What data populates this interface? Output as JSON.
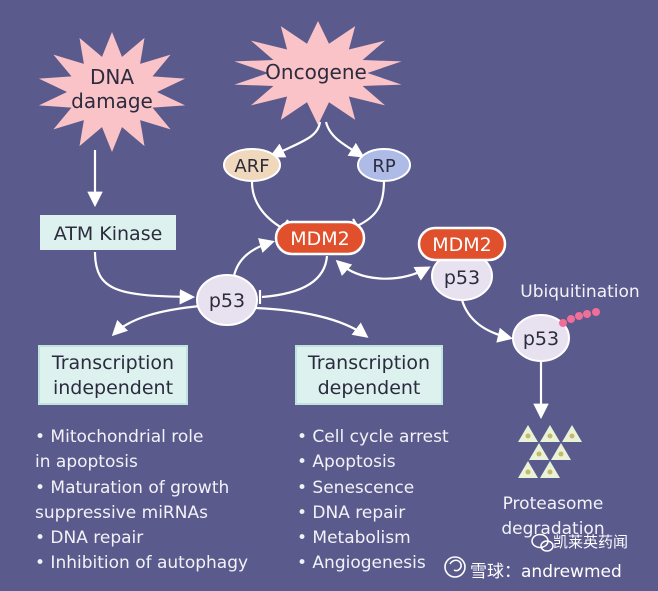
{
  "triggers": {
    "dna_damage_line1": "DNA",
    "dna_damage_line2": "damage",
    "oncogene": "Oncogene"
  },
  "nodes": {
    "arf": "ARF",
    "rp": "RP",
    "mdm2": "MDM2",
    "atm_kinase": "ATM Kinase",
    "p53": "p53",
    "complex_mdm2": "MDM2",
    "complex_p53": "p53",
    "ubiquitination": "Ubiquitination",
    "ub_p53": "p53",
    "proteasome_line1": "Proteasome",
    "proteasome_line2": "degradation"
  },
  "boxes": {
    "independent_line1": "Transcription",
    "independent_line2": "independent",
    "dependent_line1": "Transcription",
    "dependent_line2": "dependent"
  },
  "independent_list": [
    "• Mitochondrial role",
    "in apoptosis",
    "• Maturation of growth",
    "suppressive miRNAs",
    "• DNA repair",
    "• Inhibition of autophagy"
  ],
  "dependent_list": [
    "• Cell cycle arrest",
    "• Apoptosis",
    "• Senescence",
    "• DNA repair",
    "• Metabolism",
    "• Angiogenesis"
  ],
  "watermark": {
    "text1": "凯莱英药闻",
    "text2": "雪球：andrewmed"
  },
  "colors": {
    "background": "#5b5a8c",
    "burst_fill": "#f9c3c8",
    "arf_fill": "#f0d8bd",
    "rp_fill": "#aebbe6",
    "mdm2_fill": "#e0502c",
    "p53_fill": "#e8e1f0",
    "box_fill": "#ddf2ef",
    "ubiquitin_beads": "#ef6f99",
    "proteasome_fill": "#e9f3d8"
  }
}
